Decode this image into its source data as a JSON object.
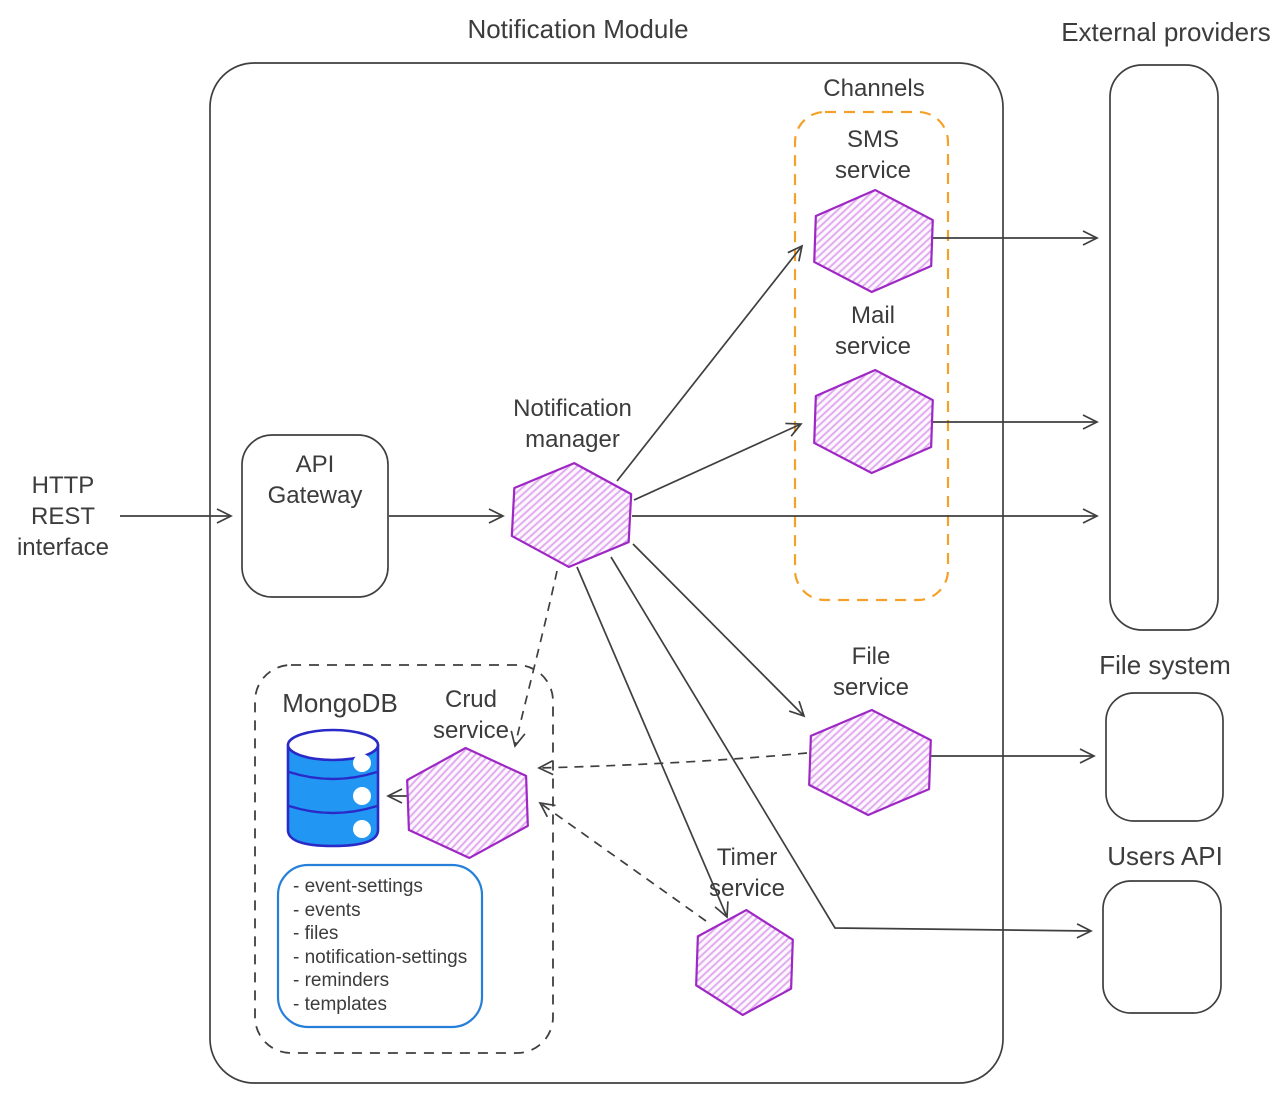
{
  "diagram": {
    "title": "Notification Module",
    "nodes": {
      "http_interface": "HTTP\nREST\ninterface",
      "api_gateway": "API\nGateway",
      "notification_manager": "Notification\nmanager",
      "channels_group": "Channels",
      "sms_service": "SMS\nservice",
      "mail_service": "Mail\nservice",
      "external_providers": "External providers",
      "file_service": "File\nservice",
      "file_system": "File system",
      "users_api": "Users API",
      "timer_service": "Timer\nservice",
      "mongodb": "MongoDB",
      "crud_service": "Crud\nservice"
    },
    "mongodb_collections": [
      "- event-settings",
      "- events",
      "- files",
      "- notification-settings",
      "- reminders",
      "- templates"
    ],
    "colors": {
      "line": "#3f3f3f",
      "text": "#3c3c3c",
      "hexagon_stroke": "#9e28c4",
      "hexagon_hatch": "#e0a9ef",
      "channels_border": "#f5a028",
      "collections_border": "#2680d9",
      "database_fill": "#2196f3",
      "database_stroke": "#2a2ac8"
    }
  }
}
